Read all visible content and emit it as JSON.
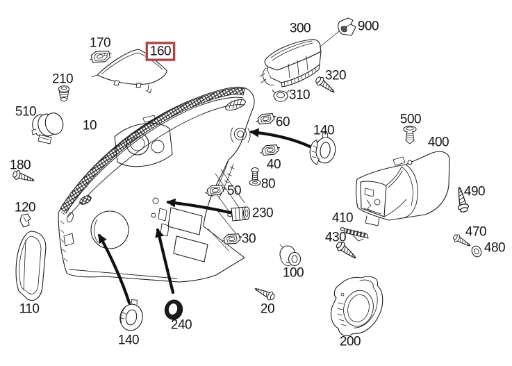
{
  "diagram": {
    "type": "exploded-parts-diagram",
    "subject": "Instrument panel / dashboard assembly with attachment parts",
    "background_color": "#ffffff",
    "line_color": "#1c1c1c",
    "highlight": {
      "part_id": "160",
      "border_color": "#a84040",
      "meaning": "selected-part-callout"
    },
    "labels": [
      {
        "id": "170",
        "text": "170",
        "highlighted": false
      },
      {
        "id": "160",
        "text": "160",
        "highlighted": true
      },
      {
        "id": "210",
        "text": "210",
        "highlighted": false
      },
      {
        "id": "510",
        "text": "510",
        "highlighted": false
      },
      {
        "id": "10",
        "text": "10",
        "highlighted": false
      },
      {
        "id": "180",
        "text": "180",
        "highlighted": false
      },
      {
        "id": "120",
        "text": "120",
        "highlighted": false
      },
      {
        "id": "110",
        "text": "110",
        "highlighted": false
      },
      {
        "id": "140-left",
        "text": "140",
        "highlighted": false
      },
      {
        "id": "240",
        "text": "240",
        "highlighted": false
      },
      {
        "id": "60",
        "text": "60",
        "highlighted": false
      },
      {
        "id": "40",
        "text": "40",
        "highlighted": false
      },
      {
        "id": "80",
        "text": "80",
        "highlighted": false
      },
      {
        "id": "50",
        "text": "50",
        "highlighted": false
      },
      {
        "id": "230",
        "text": "230",
        "highlighted": false
      },
      {
        "id": "30",
        "text": "30",
        "highlighted": false
      },
      {
        "id": "300",
        "text": "300",
        "highlighted": false
      },
      {
        "id": "900",
        "text": "900",
        "highlighted": false
      },
      {
        "id": "320",
        "text": "320",
        "highlighted": false
      },
      {
        "id": "310",
        "text": "310",
        "highlighted": false
      },
      {
        "id": "500",
        "text": "500",
        "highlighted": false
      },
      {
        "id": "400",
        "text": "400",
        "highlighted": false
      },
      {
        "id": "140-right",
        "text": "140",
        "highlighted": false
      },
      {
        "id": "490",
        "text": "490",
        "highlighted": false
      },
      {
        "id": "410",
        "text": "410",
        "highlighted": false
      },
      {
        "id": "430",
        "text": "430",
        "highlighted": false
      },
      {
        "id": "470",
        "text": "470",
        "highlighted": false
      },
      {
        "id": "480",
        "text": "480",
        "highlighted": false
      },
      {
        "id": "100",
        "text": "100",
        "highlighted": false
      },
      {
        "id": "20",
        "text": "20",
        "highlighted": false
      },
      {
        "id": "200",
        "text": "200",
        "highlighted": false
      }
    ]
  }
}
